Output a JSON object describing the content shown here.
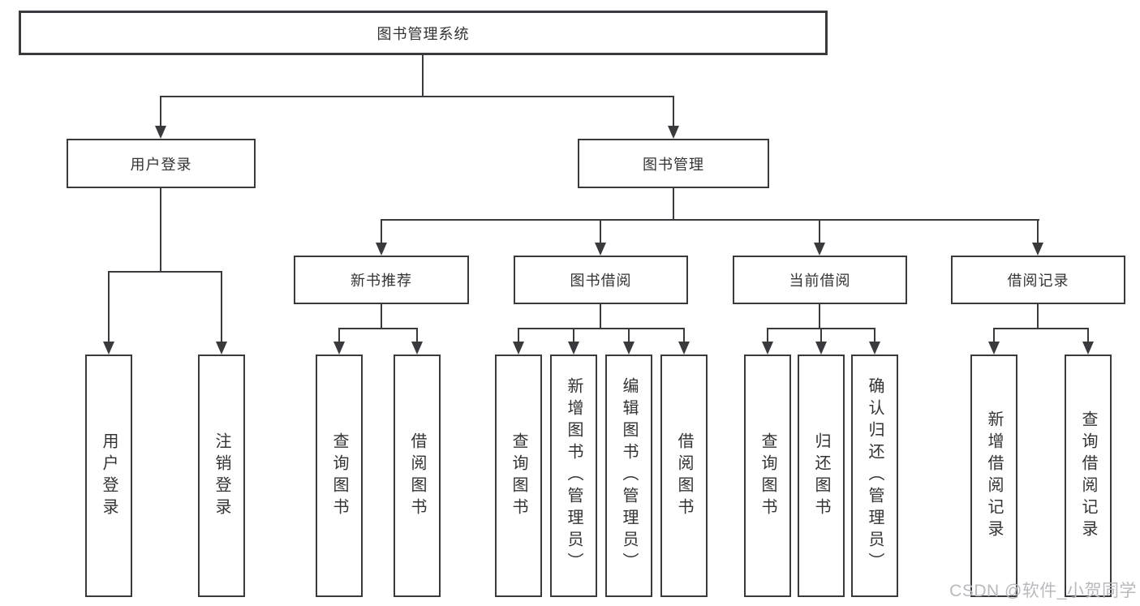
{
  "diagram": {
    "type": "hierarchy-flowchart",
    "watermark": "CSDN @软件_小贺同学",
    "colors": {
      "line": "#3a3a3e",
      "text": "#333333",
      "watermark": "#b9b9be",
      "background": "#ffffff"
    },
    "root": {
      "label": "图书管理系统"
    },
    "level2": [
      {
        "label": "用户登录",
        "children": [
          {
            "label": "用户登录"
          },
          {
            "label": "注销登录"
          }
        ]
      },
      {
        "label": "图书管理",
        "children": [
          {
            "label": "新书推荐",
            "children": [
              {
                "label": "查询图书"
              },
              {
                "label": "借阅图书"
              }
            ]
          },
          {
            "label": "图书借阅",
            "children": [
              {
                "label": "查询图书"
              },
              {
                "label": "新增图书（管理员）"
              },
              {
                "label": "编辑图书（管理员）"
              },
              {
                "label": "借阅图书"
              }
            ]
          },
          {
            "label": "当前借阅",
            "children": [
              {
                "label": "查询图书"
              },
              {
                "label": "归还图书"
              },
              {
                "label": "确认归还（管理员）"
              }
            ]
          },
          {
            "label": "借阅记录",
            "children": [
              {
                "label": "新增借阅记录"
              },
              {
                "label": "查询借阅记录"
              }
            ]
          }
        ]
      }
    ]
  }
}
